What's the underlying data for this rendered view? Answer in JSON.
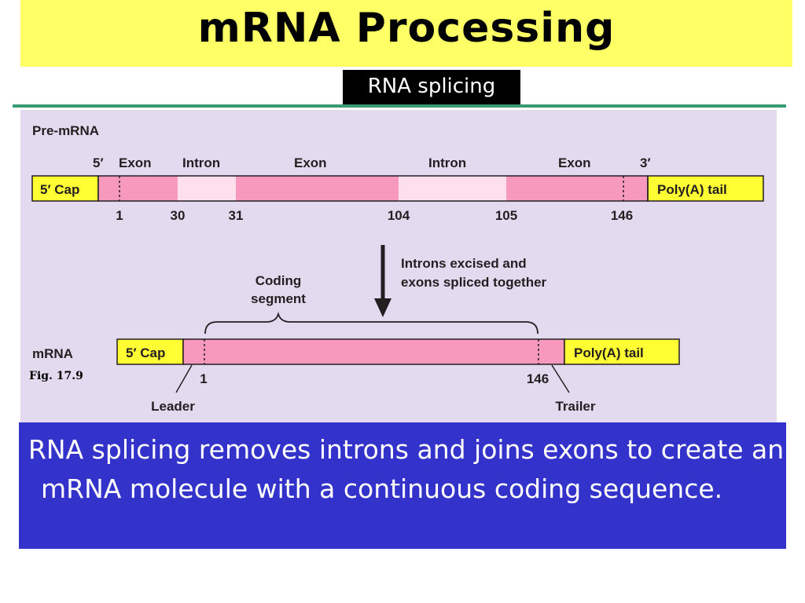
{
  "slide": {
    "title": "mRNA Processing",
    "subtitle": "RNA splicing",
    "caption": "RNA splicing removes introns and joins exons to create an mRNA molecule with a continuous coding sequence."
  },
  "figure": {
    "pre_mrna_label": "Pre-mRNA",
    "five_prime": "5′",
    "three_prime": "3′",
    "segment_labels": [
      "Exon",
      "Intron",
      "Exon",
      "Intron",
      "Exon"
    ],
    "cap_label": "5′ Cap",
    "polya_label": "Poly(A) tail",
    "positions": [
      "1",
      "30",
      "31",
      "104",
      "105",
      "146"
    ],
    "process_label_line1": "Introns excised and",
    "process_label_line2": "exons spliced together",
    "coding_label_line1": "Coding",
    "coding_label_line2": "segment",
    "mrna_label": "mRNA",
    "mrna_start": "1",
    "mrna_end": "146",
    "leader_label": "Leader",
    "trailer_label": "Trailer",
    "fig_ref": "Fig. 17.9"
  },
  "colors": {
    "title_bg": "#ffff66",
    "figure_bg": "#e4daf0",
    "exon": "#f799bc",
    "intron": "#fde0ec",
    "cap_and_tail": "#ffff33",
    "caption_bg": "#3333cc"
  }
}
